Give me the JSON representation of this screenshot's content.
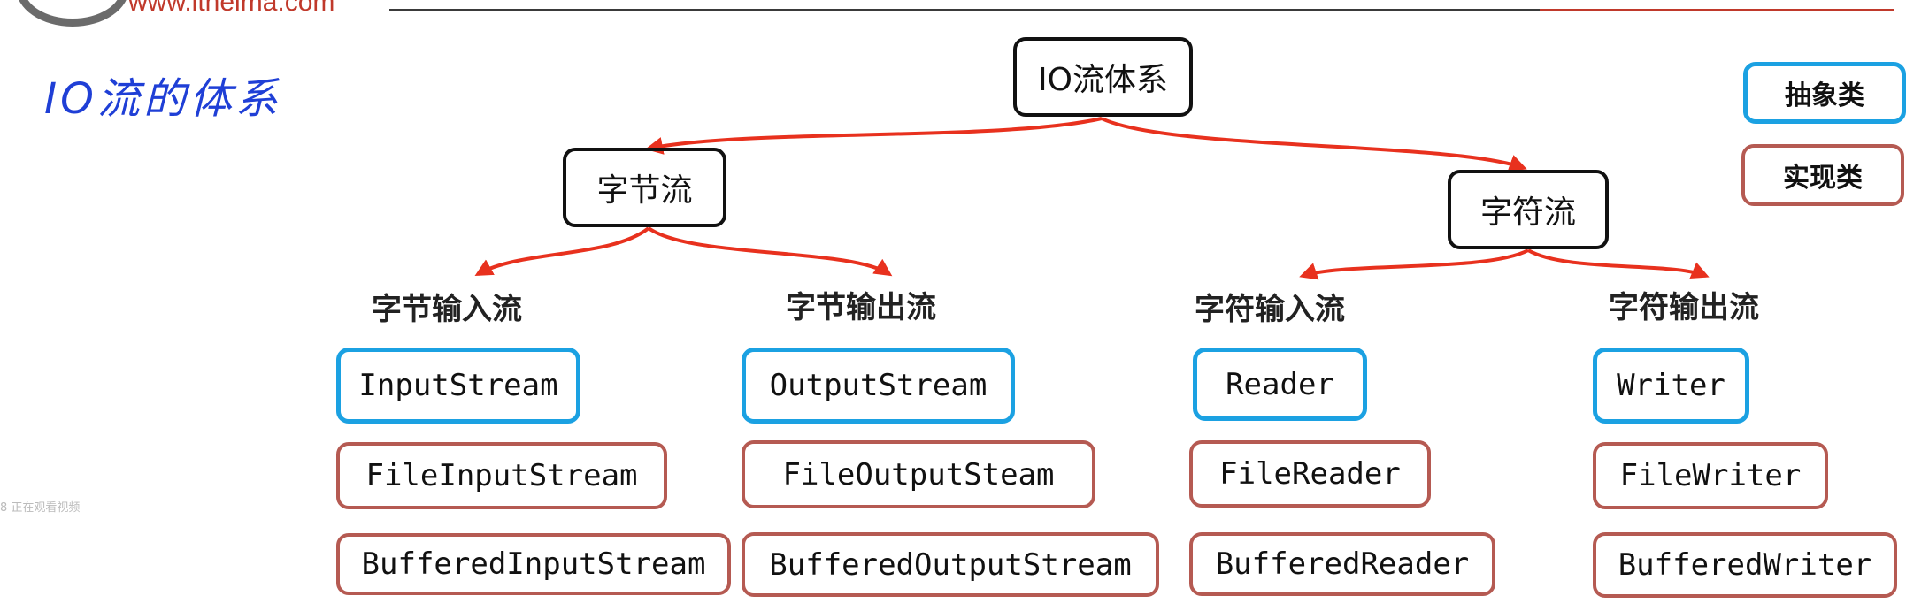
{
  "header": {
    "url": "www.itheima.com"
  },
  "title": "IO流的体系",
  "watermark": "8 正在观看视频",
  "root": "IO流体系",
  "branches": {
    "byte": {
      "label": "字节流",
      "input": {
        "label": "字节输入流",
        "abstract": "InputStream",
        "impls": [
          "FileInputStream",
          "BufferedInputStream"
        ]
      },
      "output": {
        "label": "字节输出流",
        "abstract": "OutputStream",
        "impls": [
          "FileOutputSteam",
          "BufferedOutputStream"
        ]
      }
    },
    "char": {
      "label": "字符流",
      "input": {
        "label": "字符输入流",
        "abstract": "Reader",
        "impls": [
          "FileReader",
          "BufferedReader"
        ]
      },
      "output": {
        "label": "字符输出流",
        "abstract": "Writer",
        "impls": [
          "FileWriter",
          "BufferedWriter"
        ]
      }
    }
  },
  "legend": {
    "abstract": "抽象类",
    "impl": "实现类"
  },
  "colors": {
    "abstract_border": "#1ba1e2",
    "impl_border": "#b55a52",
    "arrow": "#e8311e",
    "title": "#1f3fd6"
  }
}
